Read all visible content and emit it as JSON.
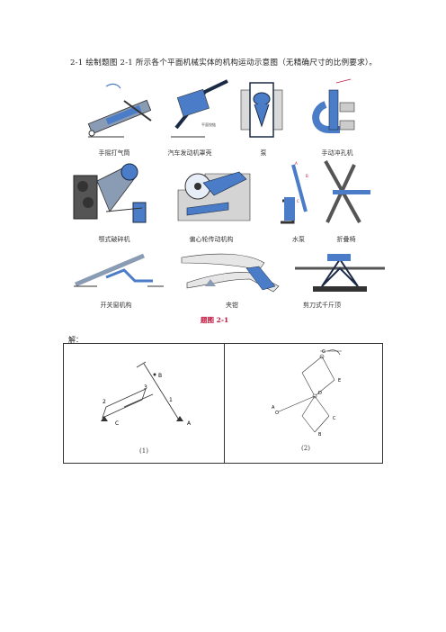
{
  "heading": "2-1  绘制题图 2-1 所示各个平面机械实体的机构运动示意图（无精确尺寸的比例要求）。",
  "figure_title": "题图 2-1",
  "solution_label": "解：",
  "rows": [
    {
      "captions": [
        "手摇打气筒",
        "汽车发动机罩壳",
        "泵",
        "手动冲孔机"
      ]
    },
    {
      "captions": [
        "颚式破碎机",
        "偏心轮传动机构",
        "水泵",
        "折叠椅"
      ]
    },
    {
      "captions": [
        "开关窗机构",
        "夹钳",
        "剪刀式千斤顶"
      ]
    }
  ],
  "figure_labels": {
    "engine_hood_note": "平面铰链",
    "pump_water": [
      "A",
      "B",
      "C"
    ]
  },
  "answers": [
    {
      "label": "(1)",
      "points": [
        "B",
        "3",
        "2",
        "1",
        "C",
        "A"
      ]
    },
    {
      "label": "(2)",
      "points": [
        "G",
        "A",
        "D",
        "E",
        "B",
        "C"
      ]
    }
  ],
  "colors": {
    "blue": "#4a7cc7",
    "dark": "#1a2a44",
    "red": "#c0143c"
  }
}
